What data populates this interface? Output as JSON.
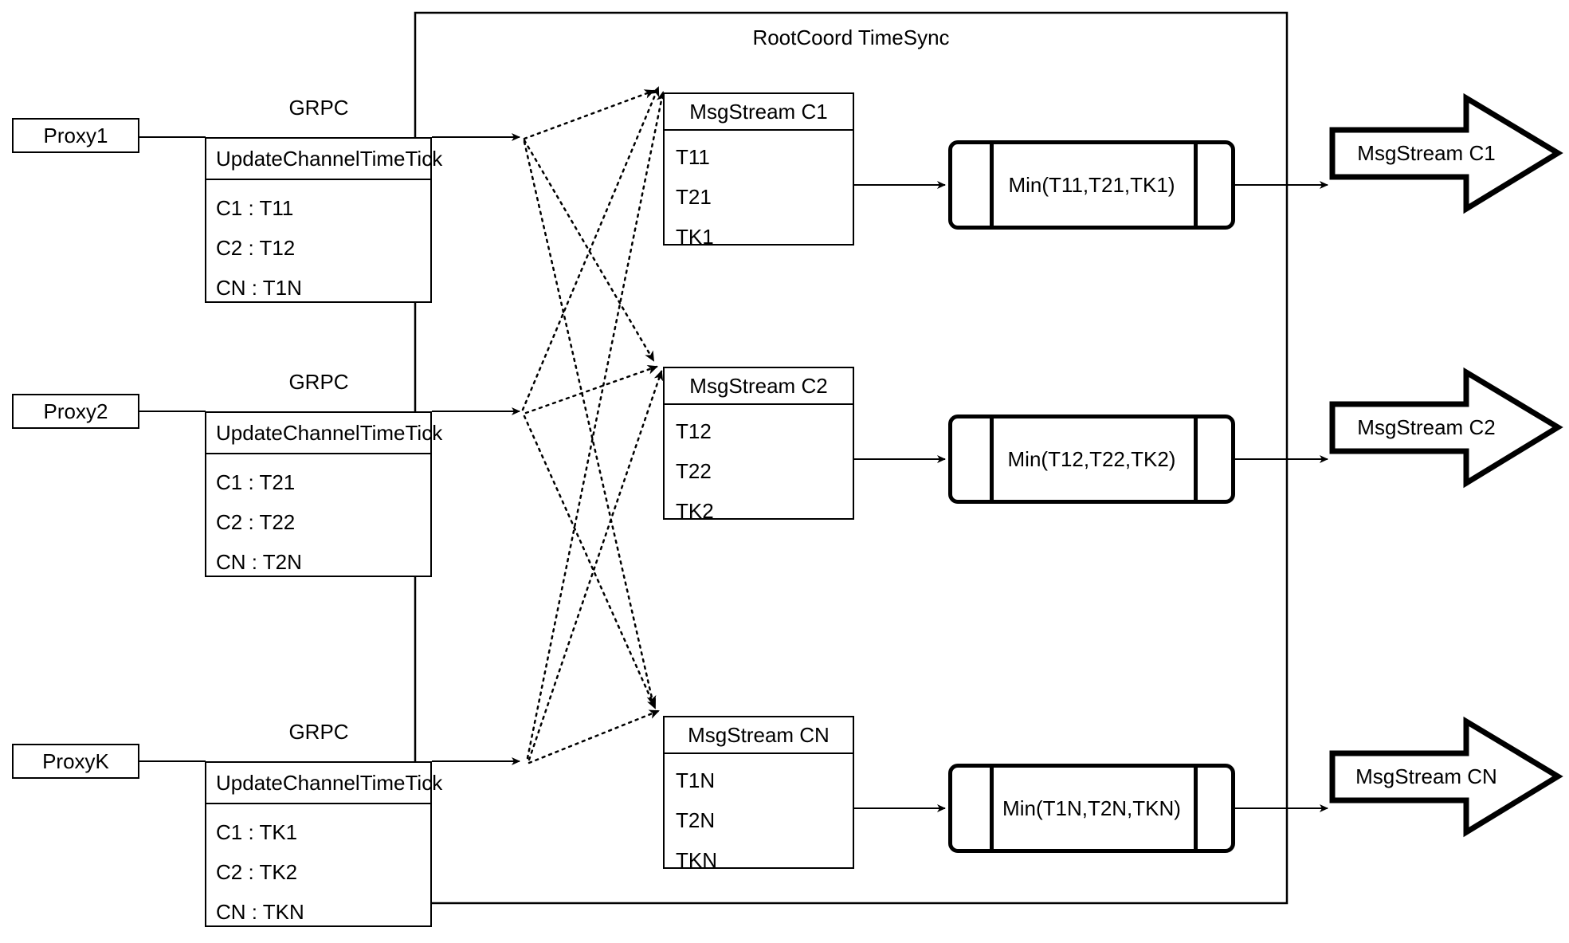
{
  "diagram": {
    "container_title": "RootCoord TimeSync",
    "grpc_label": "GRPC",
    "tick_title": "UpdateChannelTimeTick"
  },
  "proxies": [
    {
      "name": "Proxy1",
      "grpc": "GRPC",
      "tick_title": "UpdateChannelTimeTick",
      "entries": [
        "C1 :  T11",
        "C2 :  T12",
        "CN : T1N"
      ]
    },
    {
      "name": "Proxy2",
      "grpc": "GRPC",
      "tick_title": "UpdateChannelTimeTick",
      "entries": [
        "C1 :  T21",
        "C2 :  T22",
        "CN : T2N"
      ]
    },
    {
      "name": "ProxyK",
      "grpc": "GRPC",
      "tick_title": "UpdateChannelTimeTick",
      "entries": [
        "C1 :  TK1",
        "C2 :  TK2",
        "CN : TKN"
      ]
    }
  ],
  "channels": [
    {
      "stream_title": "MsgStream C1",
      "ticks": [
        "T11",
        "T21",
        "TK1"
      ],
      "min_label": "Min(T11,T21,TK1)",
      "output_label": "MsgStream C1"
    },
    {
      "stream_title": "MsgStream C2",
      "ticks": [
        "T12",
        "T22",
        "TK2"
      ],
      "min_label": "Min(T12,T22,TK2)",
      "output_label": "MsgStream C2"
    },
    {
      "stream_title": "MsgStream CN",
      "ticks": [
        "T1N",
        "T2N",
        "TKN"
      ],
      "min_label": "Min(T1N,T2N,TKN)",
      "output_label": "MsgStream CN"
    }
  ],
  "colors": {
    "stroke": "#000000",
    "background": "#ffffff"
  }
}
